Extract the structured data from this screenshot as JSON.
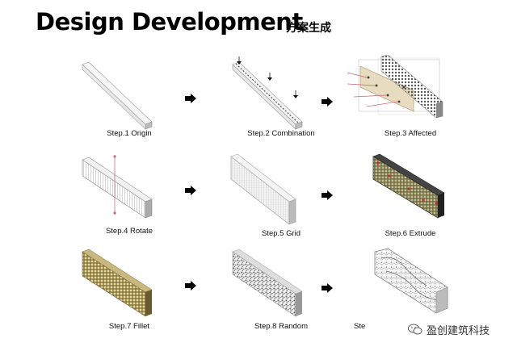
{
  "header": {
    "title": "Design Development",
    "subtitle": "方案生成"
  },
  "steps": [
    {
      "label": "Step.1 Origin",
      "icon": "plain-panel"
    },
    {
      "label": "Step.2 Combination",
      "icon": "panel-with-arrows"
    },
    {
      "label": "Step.3 Affected",
      "icon": "perforated-panel-with-attractors"
    },
    {
      "label": "Step.4 Rotate",
      "icon": "panel-with-rotation-axis"
    },
    {
      "label": "Step.5 Grid",
      "icon": "gridded-panel"
    },
    {
      "label": "Step.6 Extrude",
      "icon": "extruded-grid-panel"
    },
    {
      "label": "Step.7 Fillet",
      "icon": "filleted-cell-panel"
    },
    {
      "label": "Step.8 Random",
      "icon": "random-pattern-panel"
    },
    {
      "label": "Ste",
      "icon": "carved-random-panel"
    }
  ],
  "watermark": {
    "text": "盈创建筑科技",
    "icon": "wechat-logo"
  }
}
